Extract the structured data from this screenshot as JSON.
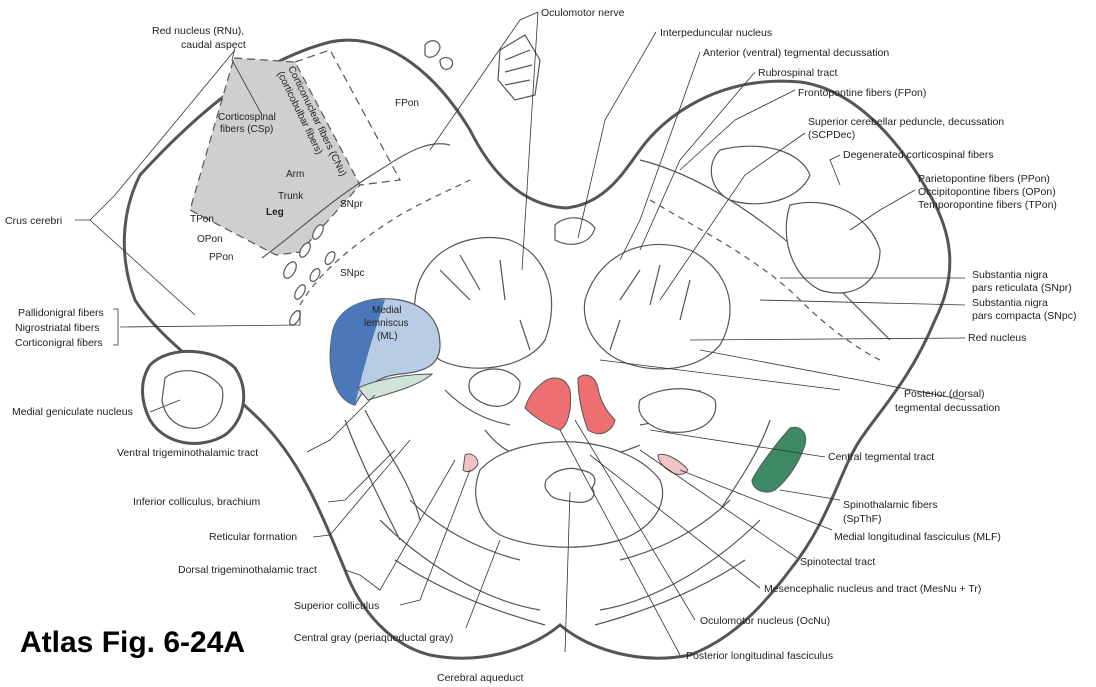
{
  "figure_title": "Atlas Fig. 6-24A",
  "labels": {
    "red_nucleus_caudal": [
      "Red nucleus (RNu),",
      "caudal aspect"
    ],
    "oculomotor_nerve": "Oculomotor nerve",
    "interpeduncular_nucleus": "Interpeduncular nucleus",
    "anterior_tegmental_decussation": "Anterior (ventral) tegmental decussation",
    "rubrospinal_tract": "Rubrospinal tract",
    "frontopontine_fibers": "Frontopontine fibers (FPon)",
    "scp_decussation": [
      "Superior cerebellar peduncle, decussation",
      "(SCPDec)"
    ],
    "degenerated_corticospinal": "Degenerated corticospinal fibers",
    "pontine_fibers": [
      "Parietopontine fibers (PPon)",
      "Occipitopontine fibers (OPon)",
      "Temporopontine fibers (TPon)"
    ],
    "crus_cerebri": "Crus cerebri",
    "substantia_nigra_reticulata": [
      "Substantia nigra",
      "pars reticulata (SNpr)"
    ],
    "substantia_nigra_compacta": [
      "Substantia nigra",
      "pars compacta (SNpc)"
    ],
    "red_nucleus": "Red nucleus",
    "nigral_fibers": [
      "Pallidonigral fibers",
      "Nigrostriatal fibers",
      "Corticonigral fibers"
    ],
    "medial_geniculate": "Medial geniculate nucleus",
    "posterior_tegmental_decussation": [
      "Posterior (dorsal)",
      "tegmental decussation"
    ],
    "ventral_trigeminothalamic": "Ventral trigeminothalamic tract",
    "central_tegmental_tract": "Central tegmental tract",
    "inferior_colliculus_brachium": "Inferior colliculus, brachium",
    "spinothalamic_fibers": [
      "Spinothalamic fibers",
      "(SpThF)"
    ],
    "reticular_formation": "Reticular formation",
    "mlf": "Medial longitudinal fasciculus (MLF)",
    "spinotectal_tract": "Spinotectal tract",
    "dorsal_trigeminothalamic": "Dorsal trigeminothalamic tract",
    "mesencephalic_nucleus": "Mesencephalic nucleus and tract (MesNu + Tr)",
    "superior_colliculus": "Superior colliculus",
    "oculomotor_nucleus": "Oculomotor nucleus (OcNu)",
    "central_gray": "Central gray (periaqueductal gray)",
    "posterior_longitudinal_fasciculus": "Posterior longitudinal fasciculus",
    "cerebral_aqueduct": "Cerebral aqueduct"
  },
  "inner_labels": {
    "fpon": "FPon",
    "cnu": [
      "Corticonuclear fibers (CNu)",
      "(corticobulbar fibers)"
    ],
    "csp": [
      "Corticospinal",
      "fibers (CSp)"
    ],
    "arm": "Arm",
    "trunk": "Trunk",
    "leg": "Leg",
    "snpr": "SNpr",
    "snpc": "SNpc",
    "tpon": "TPon",
    "opon": "OPon",
    "ppon": "PPon",
    "medial_lemniscus": [
      "Medial",
      "lemniscus",
      "(ML)"
    ]
  },
  "colors": {
    "corticospinal_fill": "#cfcfcf",
    "medial_lemniscus_dark": "#4a78b8",
    "medial_lemniscus_light": "#b9cce6",
    "oculomotor_nucleus": "#ee6f72",
    "spinothalamic": "#3f8a66",
    "mesencephalic": "#f3c3c3",
    "outline": "#555555"
  }
}
